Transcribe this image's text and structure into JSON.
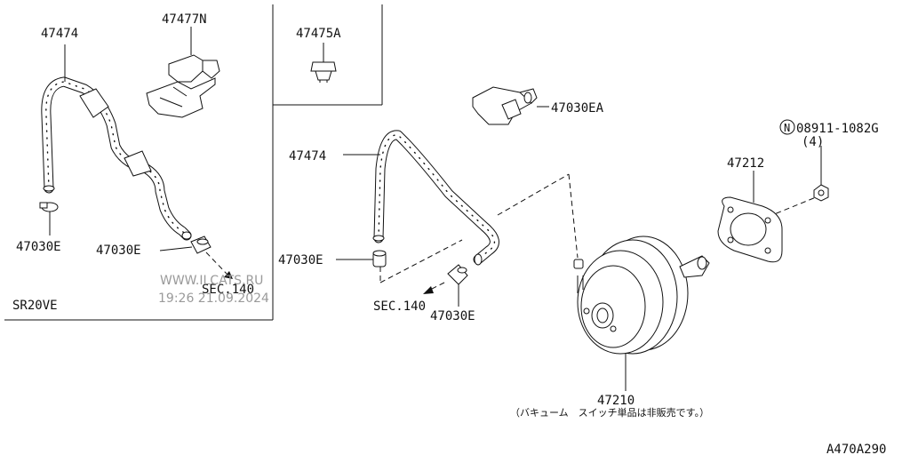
{
  "labels": {
    "hose_inset": "47474",
    "bracket": "47477N",
    "connector": "47475A",
    "clamp_inset_left": "47030E",
    "clamp_inset_right": "47030E",
    "sec_inset": "SEC.140",
    "engine": "SR20VE",
    "check_valve": "47030EA",
    "hose_main": "47474",
    "clamp_main_left": "47030E",
    "sec_main": "SEC.140",
    "clamp_main_right": "47030E",
    "nut_part": "08911-1082G",
    "nut_circle": "N",
    "nut_qty": "(4)",
    "gasket": "47212",
    "booster": "47210",
    "booster_note": "（バキューム　スイッチ単品は非販売です。）",
    "diagram_code": "A470A290"
  },
  "watermark": {
    "site": "WWW.ILCATS.RU",
    "timestamp": "19:26 21.09.2024"
  }
}
